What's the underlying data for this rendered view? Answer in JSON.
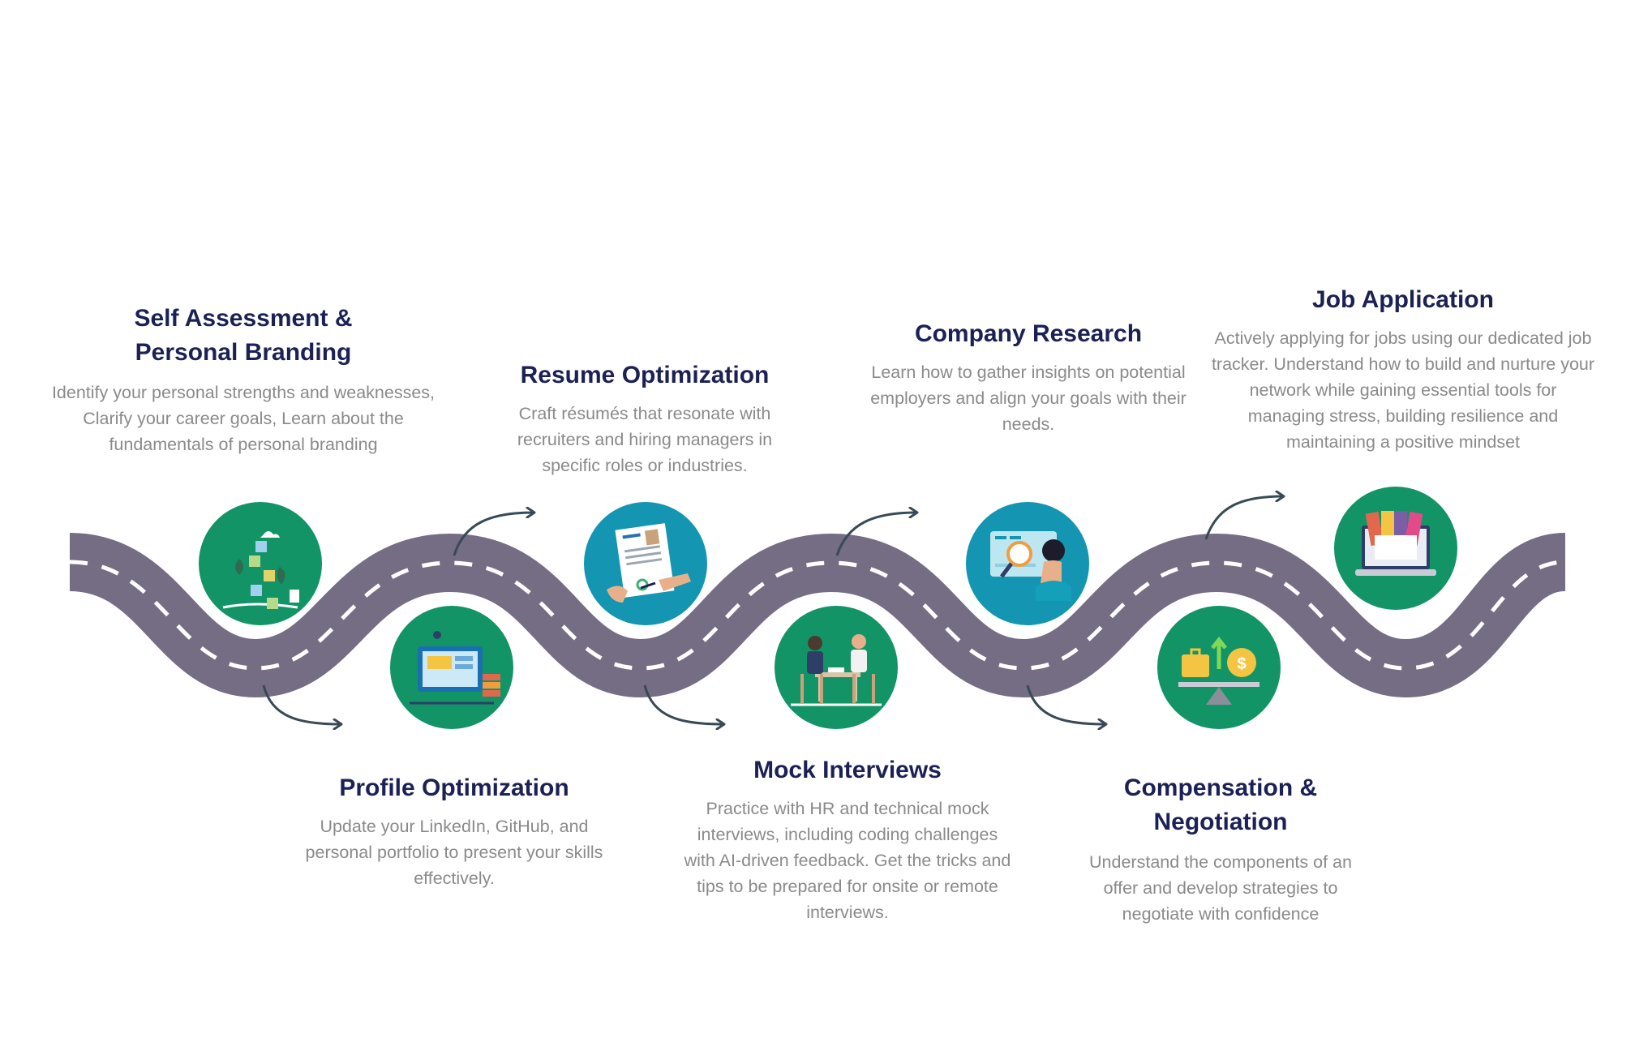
{
  "colors": {
    "road": "#756d83",
    "dash": "#ffffff",
    "green": "#129466",
    "teal": "#1495b1",
    "title": "#1c2155",
    "desc": "#8a8a8a",
    "arrow": "#384a55"
  },
  "steps": [
    {
      "title": "Self Assessment & Personal Branding",
      "description": "Identify your personal strengths and weaknesses, Clarify your career goals, Learn about the fundamentals of personal branding",
      "icon": "brand-blocks-icon"
    },
    {
      "title": "Profile Optimization",
      "description": "Update your LinkedIn, GitHub, and personal portfolio to present your skills effectively.",
      "icon": "website-build-icon"
    },
    {
      "title": "Resume Optimization",
      "description": "Craft résumés that resonate with recruiters and hiring managers in specific roles or industries.",
      "icon": "resume-sign-icon"
    },
    {
      "title": "Mock Interviews",
      "description": "Practice with HR and technical mock interviews, including coding challenges with AI-driven feedback. Get the tricks and tips to be prepared for onsite or remote interviews.",
      "icon": "interview-table-icon"
    },
    {
      "title": "Company Research",
      "description": "Learn how to gather insights on potential employers and align your goals with their needs.",
      "icon": "magnifier-research-icon"
    },
    {
      "title": "Compensation & Negotiation",
      "description": "Understand the components of an offer and develop strategies to negotiate with confidence",
      "icon": "balance-scale-icon"
    },
    {
      "title": "Job Application",
      "description": "Actively applying for jobs using our dedicated job tracker. Understand how to build and nurture your network while gaining essential tools for managing stress, building resilience and maintaining a positive mindset",
      "icon": "laptop-applications-icon"
    }
  ]
}
